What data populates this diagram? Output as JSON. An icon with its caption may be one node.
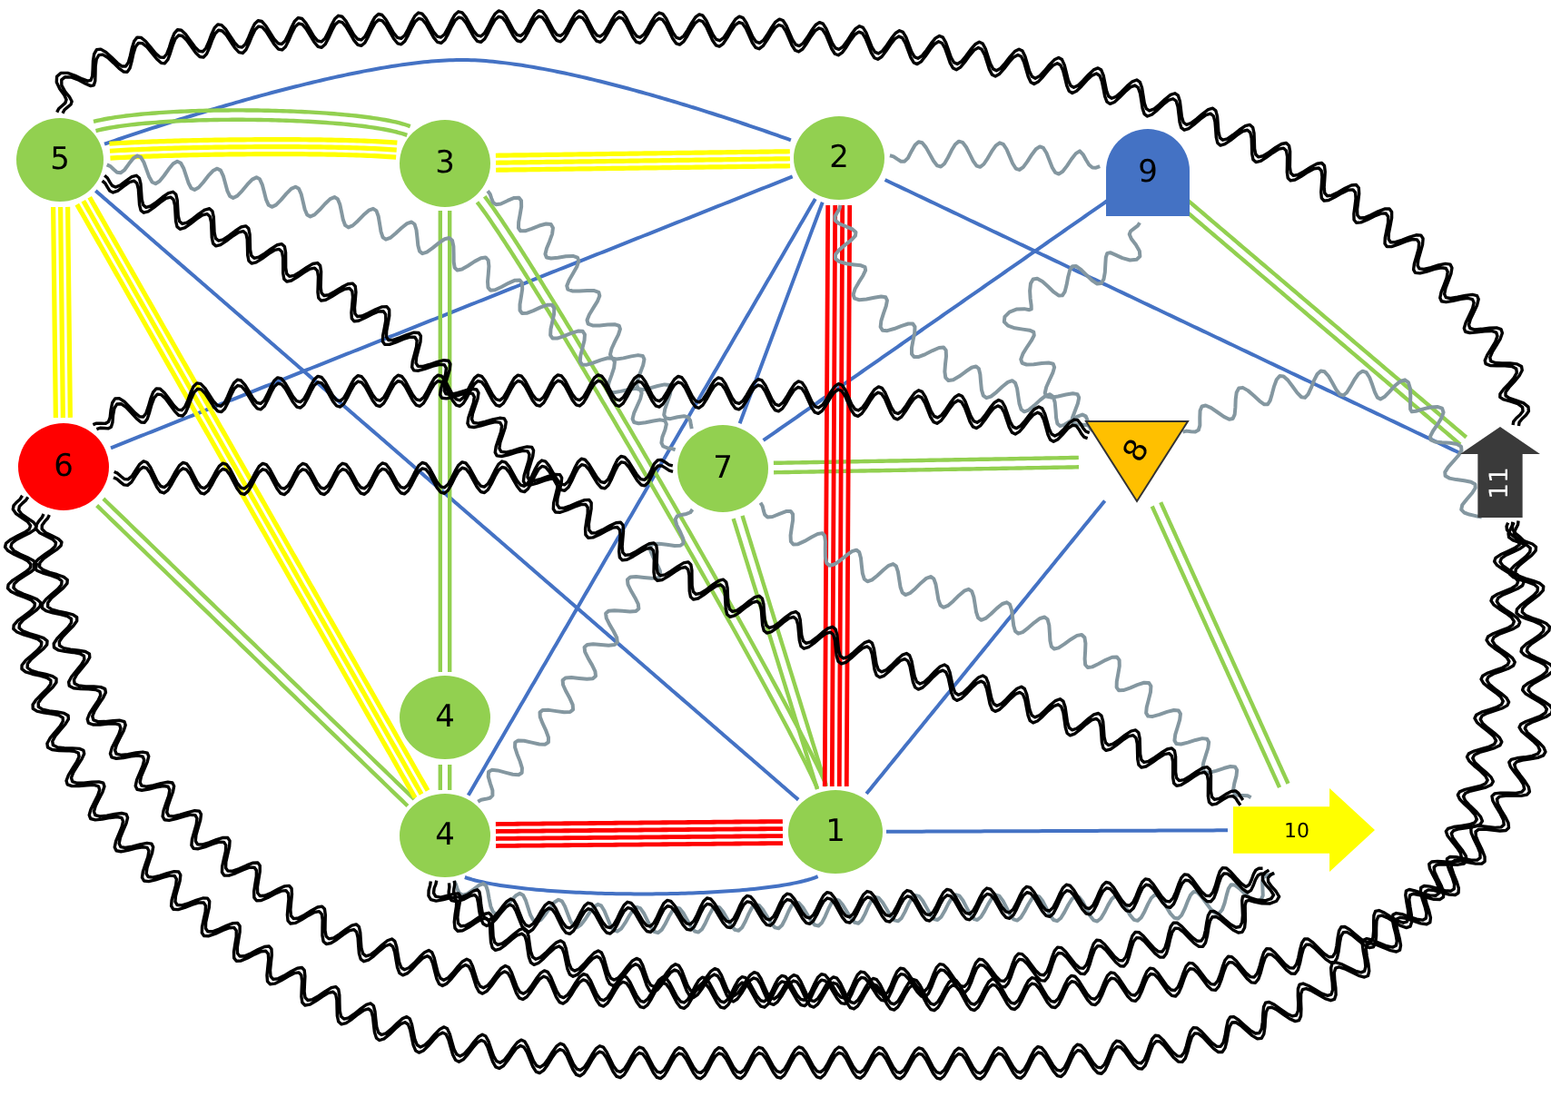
{
  "diagram": {
    "nodes": [
      {
        "text": [
          "5"
        ]
      },
      {
        "text": [
          "3"
        ]
      },
      {
        "text": [
          "2"
        ]
      },
      {
        "text": [
          "9"
        ]
      },
      {
        "text": [
          "6"
        ]
      },
      {
        "text": [
          "7"
        ]
      },
      {
        "text": [
          "8"
        ]
      },
      {
        "text": [
          "11"
        ]
      },
      {
        "text": [
          "4"
        ]
      },
      {
        "text": [
          "4"
        ]
      },
      {
        "text": [
          "1"
        ]
      },
      {
        "text": [
          "10"
        ]
      }
    ],
    "edges": [
      {
        "from": 0,
        "to": 2,
        "arrow": "none"
      },
      {
        "from": 0,
        "to": 10,
        "arrow": "none"
      },
      {
        "from": 4,
        "to": 2,
        "arrow": "none"
      },
      {
        "from": 2,
        "to": 7,
        "arrow": "none"
      },
      {
        "from": 2,
        "to": 5,
        "arrow": "none"
      },
      {
        "from": 2,
        "to": 9,
        "arrow": "none"
      },
      {
        "from": 3,
        "to": 5,
        "arrow": "none"
      },
      {
        "from": 6,
        "to": 10,
        "arrow": "none"
      },
      {
        "from": 10,
        "to": 11,
        "arrow": "none"
      },
      {
        "from": 9,
        "to": 10,
        "arrow": "none"
      },
      {
        "from": 0,
        "to": 1,
        "arrow": "none",
        "color": "#92d050"
      },
      {
        "from": 1,
        "to": 8,
        "arrow": "none",
        "color": "#92d050"
      },
      {
        "from": 8,
        "to": 9,
        "arrow": "none",
        "color": "#92d050"
      },
      {
        "from": 1,
        "to": 10,
        "arrow": "none",
        "color": "#92d050"
      },
      {
        "from": 5,
        "to": 10,
        "arrow": "none",
        "color": "#92d050"
      },
      {
        "from": 4,
        "to": 9,
        "arrow": "none",
        "color": "#92d050"
      },
      {
        "from": 5,
        "to": 6,
        "arrow": "none",
        "color": "#92d050"
      },
      {
        "from": 6,
        "to": 11,
        "arrow": "none",
        "color": "#92d050"
      },
      {
        "from": 3,
        "to": 7,
        "arrow": "none",
        "color": "#92d050"
      },
      {
        "from": 0,
        "to": 1,
        "arrow": "none",
        "color": "#ffff00"
      },
      {
        "from": 1,
        "to": 2,
        "arrow": "none",
        "color": "#ffff00"
      },
      {
        "from": 0,
        "to": 4,
        "arrow": "none",
        "color": "#ffff00"
      },
      {
        "from": 0,
        "to": 9,
        "arrow": "none",
        "color": "#ffff00"
      },
      {
        "from": 2,
        "to": 10,
        "arrow": "none",
        "color": "#ff0000"
      },
      {
        "from": 9,
        "to": 10,
        "arrow": "none",
        "color": "#ff0000"
      },
      {
        "from": 0,
        "to": 5,
        "arrow": "none",
        "color": "#8497a0"
      },
      {
        "from": 1,
        "to": 5,
        "arrow": "none",
        "color": "#8497a0"
      },
      {
        "from": 2,
        "to": 3,
        "arrow": "none",
        "color": "#8497a0"
      },
      {
        "from": 2,
        "to": 6,
        "arrow": "none",
        "color": "#8497a0"
      },
      {
        "from": 3,
        "to": 6,
        "arrow": "none",
        "color": "#8497a0"
      },
      {
        "from": 6,
        "to": 7,
        "arrow": "none",
        "color": "#8497a0"
      },
      {
        "from": 9,
        "to": 11,
        "arrow": "none",
        "color": "#8497a0"
      },
      {
        "from": 9,
        "to": 5,
        "arrow": "none",
        "color": "#8497a0"
      },
      {
        "from": 5,
        "to": 11,
        "arrow": "none",
        "color": "#8497a0"
      },
      {
        "from": 0,
        "to": 7,
        "arrow": "none",
        "color": "#000000"
      },
      {
        "from": 0,
        "to": 11,
        "arrow": "none",
        "color": "#000000"
      },
      {
        "from": 4,
        "to": 6,
        "arrow": "none",
        "color": "#000000"
      },
      {
        "from": 4,
        "to": 5,
        "arrow": "none",
        "color": "#000000"
      },
      {
        "from": 4,
        "to": 11,
        "arrow": "none",
        "color": "#000000"
      },
      {
        "from": 4,
        "to": 7,
        "arrow": "none",
        "color": "#000000"
      },
      {
        "from": 9,
        "to": 7,
        "arrow": "none",
        "color": "#000000"
      },
      {
        "from": 9,
        "to": 11,
        "arrow": "none",
        "color": "#000000"
      }
    ]
  }
}
